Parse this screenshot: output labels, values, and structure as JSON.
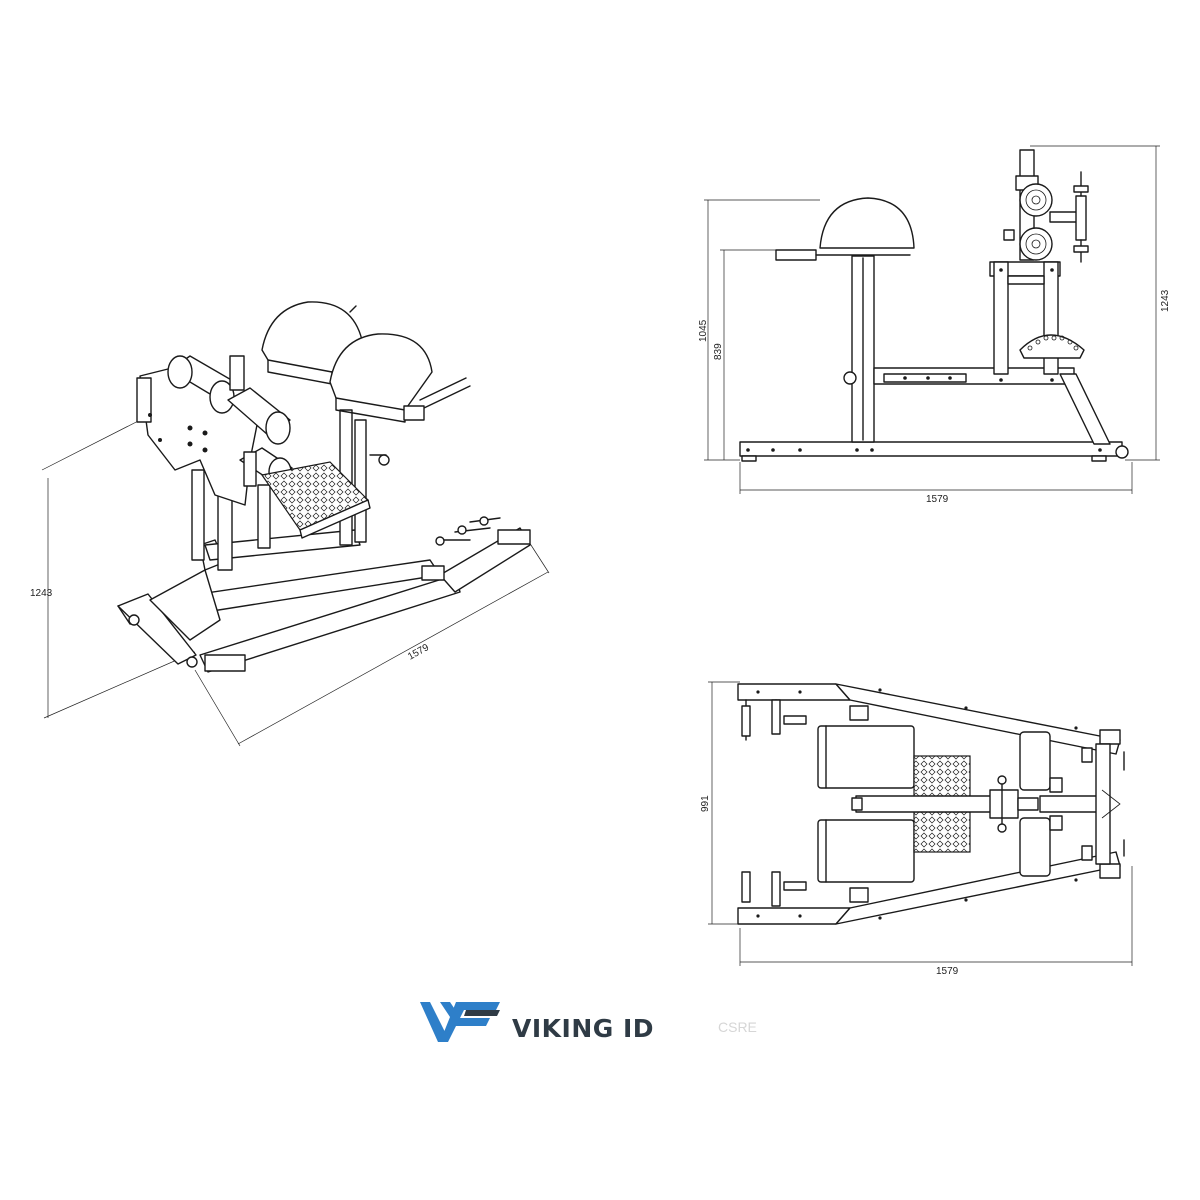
{
  "brand": {
    "logo_mark": "VF",
    "name": "VIKING ID",
    "faint_text": "CSRE",
    "colors": {
      "mark_blue": "#2e7fc9",
      "mark_dark": "#2f3b45",
      "line": "#1a1a1a"
    }
  },
  "views": {
    "isometric": {
      "height_label": "1243",
      "length_label": "1579"
    },
    "side": {
      "height_total_label": "1243",
      "height_pad_label": "1045",
      "height_seat_label": "839",
      "length_label": "1579"
    },
    "top": {
      "width_label": "991",
      "length_label": "1579"
    }
  }
}
